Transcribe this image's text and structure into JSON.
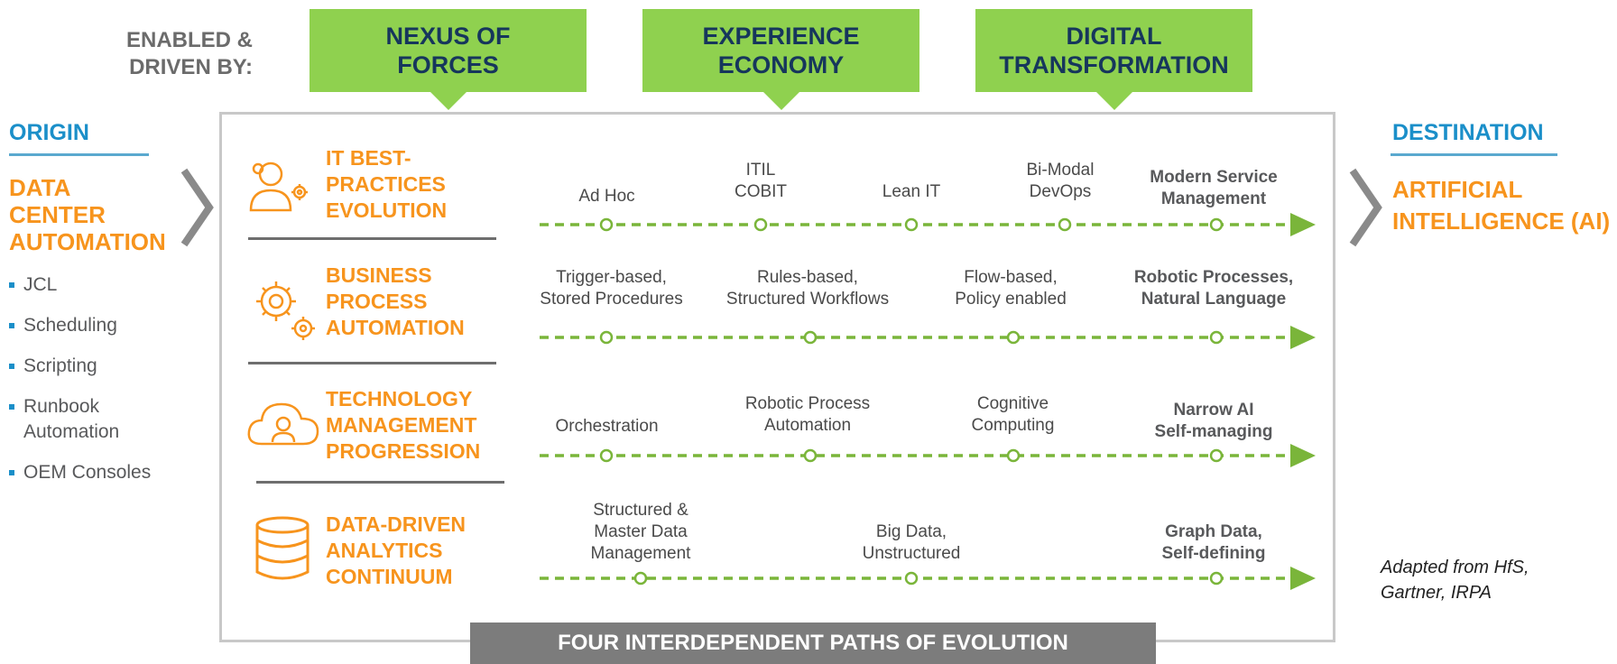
{
  "header": {
    "enabled_label": "ENABLED &\nDRIVEN BY:",
    "forces": [
      "NEXUS OF\nFORCES",
      "EXPERIENCE\nECONOMY",
      "DIGITAL\nTRANSFORMATION"
    ]
  },
  "origin": {
    "heading": "ORIGIN",
    "title": "DATA\nCENTER\nAUTOMATION",
    "items": [
      "JCL",
      "Scheduling",
      "Scripting",
      "Runbook\nAutomation",
      "OEM Consoles"
    ]
  },
  "destination": {
    "heading": "DESTINATION",
    "title": "ARTIFICIAL\nINTELLIGENCE (AI)"
  },
  "paths": [
    {
      "title": "IT BEST-\nPRACTICES\nEVOLUTION",
      "icon": "person-gears-icon",
      "steps": [
        "Ad Hoc",
        "ITIL\nCOBIT",
        "Lean IT",
        "Bi-Modal\nDevOps",
        "Modern Service\nManagement"
      ]
    },
    {
      "title": "BUSINESS\nPROCESS\nAUTOMATION",
      "icon": "gears-icon",
      "steps": [
        "Trigger-based,\nStored Procedures",
        "Rules-based,\nStructured Workflows",
        "Flow-based,\nPolicy enabled",
        "Robotic Processes,\nNatural Language"
      ]
    },
    {
      "title": "TECHNOLOGY\nMANAGEMENT\nPROGRESSION",
      "icon": "cloud-person-icon",
      "steps": [
        "Orchestration",
        "Robotic Process\nAutomation",
        "Cognitive\nComputing",
        "Narrow AI\nSelf-managing"
      ]
    },
    {
      "title": "DATA-DRIVEN\nANALYTICS\nCONTINUUM",
      "icon": "database-icon",
      "steps": [
        "Structured &\nMaster Data\nManagement",
        "Big Data,\nUnstructured",
        "Graph Data,\nSelf-defining"
      ]
    }
  ],
  "footer": {
    "label": "FOUR INTERDEPENDENT PATHS OF EVOLUTION"
  },
  "source_note": "Adapted from HfS,\nGartner, IRPA",
  "colors": {
    "force_green": "#8fd14f",
    "path_orange": "#f7941d",
    "heading_blue": "#1b8fc9",
    "dash_green": "#7ab53a"
  }
}
